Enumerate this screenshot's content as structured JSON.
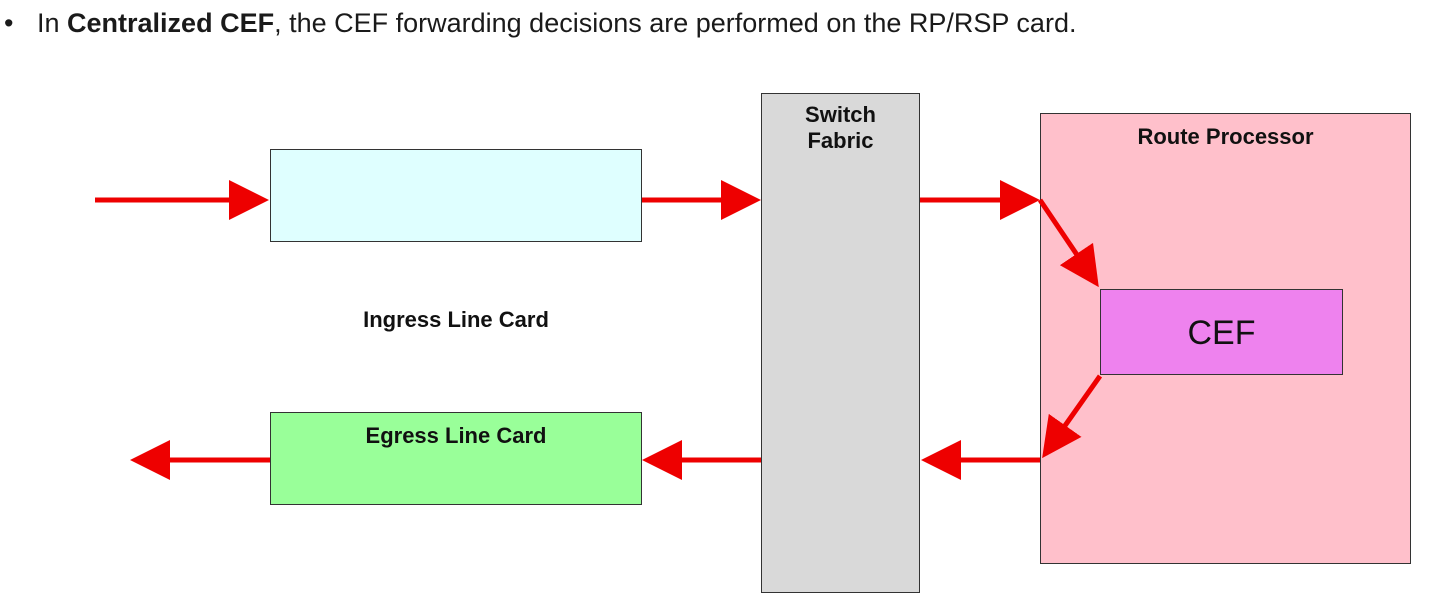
{
  "bullet": {
    "prefix": "In ",
    "bold": "Centralized CEF",
    "suffix": ", the CEF forwarding decisions are performed on the RP/RSP card."
  },
  "diagram": {
    "ingress_label": "Ingress Line Card",
    "egress_label": "Egress Line Card",
    "fabric_line1": "Switch",
    "fabric_line2": "Fabric",
    "route_label": "Route Processor",
    "cef_label": "CEF"
  },
  "colors": {
    "ingress": "#dfffff",
    "egress": "#99ff99",
    "fabric": "#d9d9d9",
    "route_processor": "#ffc0cb",
    "cef": "#ee82ee",
    "arrow": "#ee0000"
  }
}
